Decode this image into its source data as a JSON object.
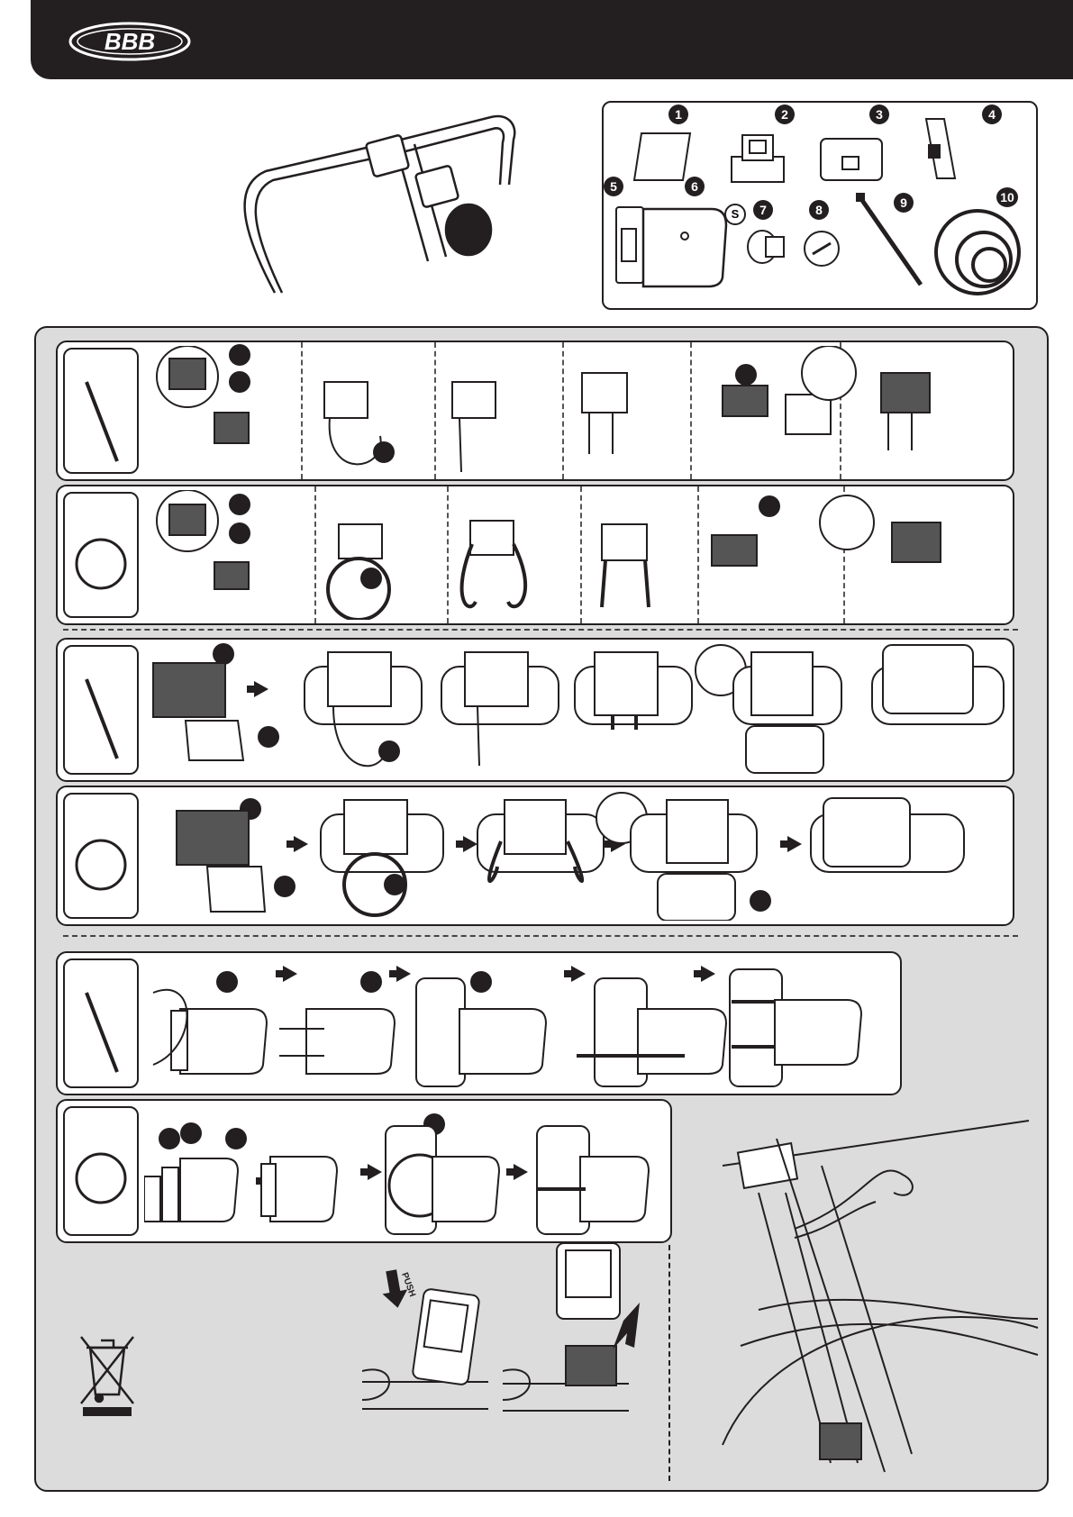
{
  "header": {
    "brand": "BBB",
    "bar_color": "#231f20"
  },
  "parts": {
    "items": [
      {
        "number": "1"
      },
      {
        "number": "2"
      },
      {
        "number": "3"
      },
      {
        "number": "4"
      },
      {
        "number": "5"
      },
      {
        "number": "6"
      },
      {
        "number": "7"
      },
      {
        "number": "8"
      },
      {
        "number": "9"
      },
      {
        "number": "10"
      }
    ],
    "s_marker": "S"
  },
  "footer": {
    "push_label": "PUSH"
  },
  "icons": {
    "cable_tie": "cable-tie-icon",
    "o_ring": "o-ring-icon",
    "weee": "weee-bin-icon",
    "arrow": "arrow-right-icon"
  },
  "colors": {
    "ink": "#231f20",
    "panel": "#dcdcdc",
    "page": "#ffffff"
  }
}
